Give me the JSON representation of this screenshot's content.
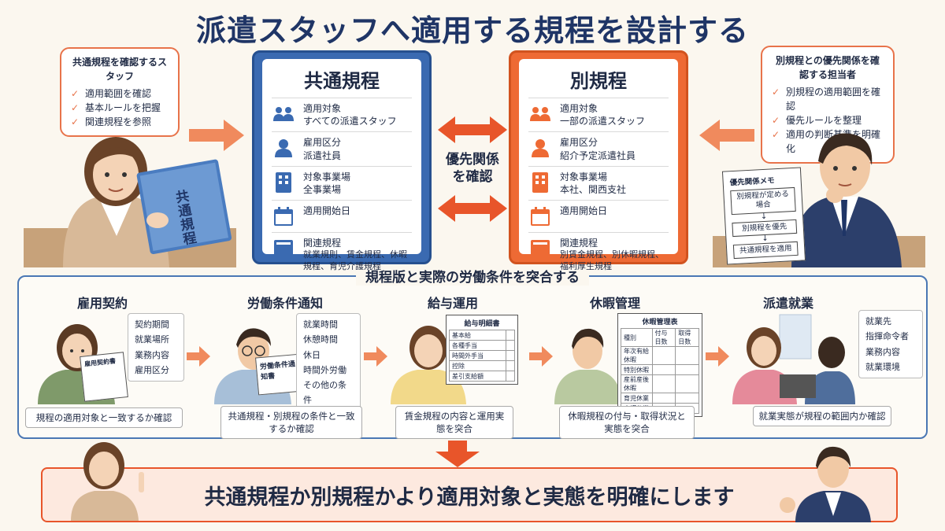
{
  "title": "派遣スタッフへ適用する規程を設計する",
  "left_bubble": {
    "heading": "共通規程を確認するスタッフ",
    "items": [
      "適用範囲を確認",
      "基本ルールを把握",
      "関連規程を参照"
    ]
  },
  "right_bubble": {
    "heading": "別規程との優先関係を確認する担当者",
    "items": [
      "別規程の適用範囲を確認",
      "優先ルールを整理",
      "適用の判断基準を明確化"
    ]
  },
  "held_book_label": "共通規程",
  "common_book": {
    "title": "共通規程",
    "rows": [
      {
        "icon": "group-icon",
        "label": "適用対象",
        "value": "すべての派遣スタッフ"
      },
      {
        "icon": "person-icon",
        "label": "雇用区分",
        "value": "派遣社員"
      },
      {
        "icon": "building-icon",
        "label": "対象事業場",
        "value": "全事業場"
      },
      {
        "icon": "calendar-icon",
        "label": "適用開始日",
        "value": ""
      },
      {
        "icon": "book-icon",
        "label": "関連規程",
        "value": "就業規則、賃金規程、休暇規程、育児介護規程"
      }
    ]
  },
  "separate_book": {
    "title": "別規程",
    "rows": [
      {
        "icon": "group-icon",
        "label": "適用対象",
        "value": "一部の派遣スタッフ"
      },
      {
        "icon": "person-icon",
        "label": "雇用区分",
        "value": "紹介予定派遣社員"
      },
      {
        "icon": "building-icon",
        "label": "対象事業場",
        "value": "本社、関西支社"
      },
      {
        "icon": "calendar-icon",
        "label": "適用開始日",
        "value": ""
      },
      {
        "icon": "book-icon",
        "label": "関連規程",
        "value": "別賃金規程、別休暇規程、福利厚生規程"
      }
    ]
  },
  "priority_label": [
    "優先関係",
    "を確認"
  ],
  "memo": {
    "title": "優先関係メモ",
    "box1": "別規程が定める場合",
    "box2": "別規程を優先",
    "box3": "共通規程を適用"
  },
  "process": {
    "title": "規程版と実際の労働条件を突合する",
    "steps": [
      {
        "title": "雇用契約",
        "doc": "雇用契約書",
        "checks": [
          "契約期間",
          "就業場所",
          "業務内容",
          "雇用区分"
        ],
        "caption": "規程の適用対象と一致するか確認"
      },
      {
        "title": "労働条件通知",
        "doc": "労働条件通知書",
        "checks": [
          "就業時間",
          "休憩時間",
          "休日",
          "時間外労働",
          "その他の条件"
        ],
        "caption": "共通規程・別規程の条件と一致するか確認"
      },
      {
        "title": "給与運用",
        "doc": "給与明細書",
        "rows": [
          "基本給",
          "各種手当",
          "時間外手当",
          "控除",
          "差引支給額"
        ],
        "caption": "賃金規程の内容と運用実態を突合"
      },
      {
        "title": "休暇管理",
        "doc": "休暇管理表",
        "cols": [
          "種別",
          "付与日数",
          "取得日数"
        ],
        "rows": [
          "年次有給休暇",
          "特別休暇",
          "産前産後休暇",
          "育児休業",
          "介護休業"
        ],
        "caption": "休暇規程の付与・取得状況と実態を突合"
      },
      {
        "title": "派遣就業",
        "checks": [
          "就業先",
          "指揮命令者",
          "業務内容",
          "就業環境"
        ],
        "caption": "就業実態が規程の範囲内か確認"
      }
    ]
  },
  "conclusion": "共通規程か別規程かより適用対象と実態を明確にします",
  "colors": {
    "navy": "#1f3566",
    "blue": "#3a6ab1",
    "orange": "#ee6a34",
    "bg": "#fbf7ef"
  }
}
